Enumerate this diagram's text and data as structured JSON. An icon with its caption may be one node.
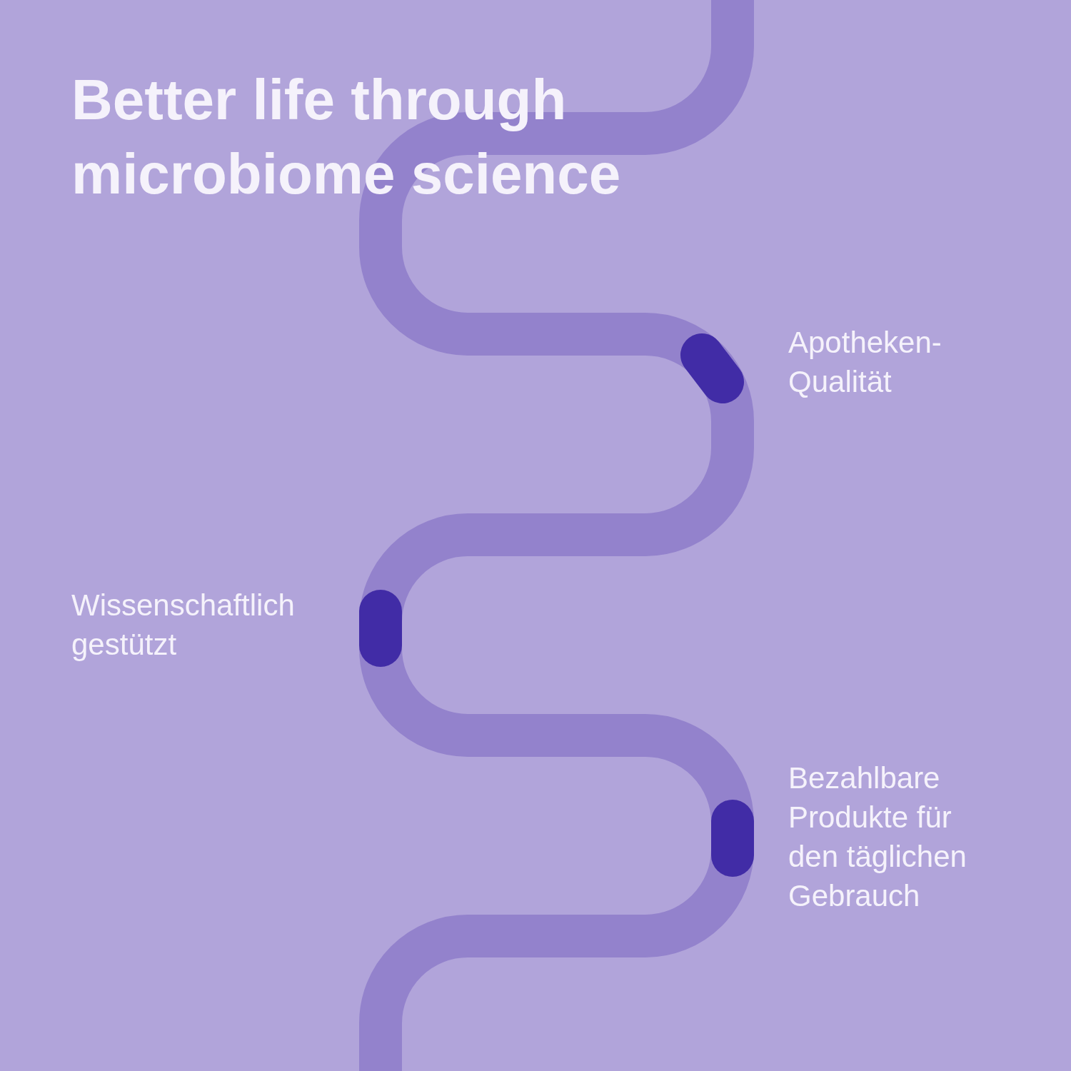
{
  "diagram": {
    "title": "Better life through microbiome science",
    "labels": [
      "Apotheken-Qualität",
      "Wissenschaftlich gestützt",
      "Bezahlbare Produkte für den täglichen Gebrauch"
    ]
  }
}
